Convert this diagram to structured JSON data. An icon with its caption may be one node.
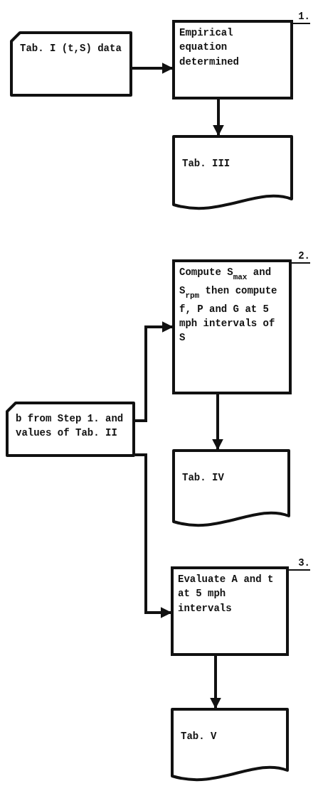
{
  "diagram": {
    "nodes": [
      {
        "text": [
          "Tab. I (t,S) data"
        ]
      },
      {
        "text": [
          "Empirical equation determined"
        ],
        "beside": [
          "1."
        ]
      },
      {
        "text": [
          "Tab. III"
        ]
      },
      {
        "text": [
          "Compute S$_{max}$ and S$_{rpm}$ then compute f, P and G at 5 mph intervals of S"
        ],
        "beside": [
          "2."
        ]
      },
      {
        "text": [
          "b from Step 1. and values of Tab. II"
        ]
      },
      {
        "text": [
          "Tab. IV"
        ]
      },
      {
        "text": [
          "Evaluate A and t at 5 mph intervals"
        ],
        "beside": [
          "3."
        ]
      },
      {
        "text": [
          "Tab. V"
        ]
      }
    ],
    "edges": [
      {
        "from": 0,
        "to": 1,
        "arrow": "to"
      },
      {
        "from": 1,
        "to": 2,
        "arrow": "to"
      },
      {
        "from": 4,
        "to": 3,
        "arrow": "to"
      },
      {
        "from": 3,
        "to": 5,
        "arrow": "to"
      },
      {
        "from": 4,
        "to": 6,
        "arrow": "to"
      },
      {
        "from": 6,
        "to": 7,
        "arrow": "to"
      }
    ]
  }
}
